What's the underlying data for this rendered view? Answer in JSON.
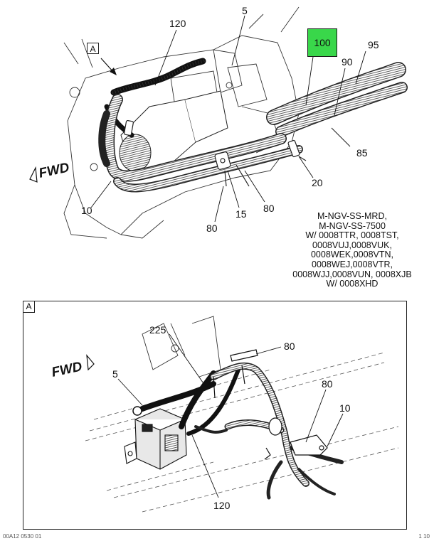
{
  "top_view": {
    "detail_tag": "A",
    "fwd_label": "FWD",
    "highlight_callout": "100",
    "callouts": {
      "c120": "120",
      "c5": "5",
      "c95": "95",
      "c90": "90",
      "c85": "85",
      "c20": "20",
      "c80a": "80",
      "c80b": "80",
      "c15": "15",
      "c10": "10"
    },
    "applicability_note": [
      "M-NGV-SS-MRD,",
      "M-NGV-SS-7500",
      "W/ 0008TTR, 0008TST,",
      "0008VUJ,0008VUK,",
      "0008WEK,0008VTN,",
      "0008WEJ,0008VTR,",
      "0008WJJ,0008VUN, 0008XJB",
      "W/ 0008XHD"
    ]
  },
  "detail_view": {
    "frame_tag": "A",
    "fwd_label": "FWD",
    "callouts": {
      "c225": "225",
      "c80a": "80",
      "c5": "5",
      "c80b": "80",
      "c10": "10",
      "c120": "120"
    }
  },
  "footer": {
    "left": "00A12 0530 01",
    "right": "1 10"
  }
}
